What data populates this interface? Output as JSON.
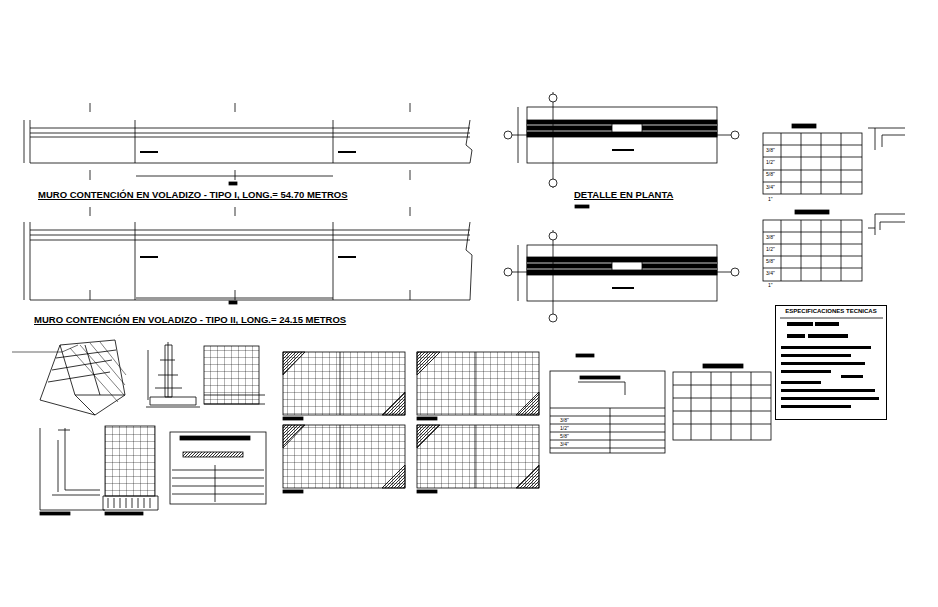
{
  "diagram": {
    "nodes": [
      {
        "text": [
          "ESPECIFICACIONES TECNICAS"
        ]
      }
    ],
    "labels": [
      "MURO CONTENCIÓN EN VOLADIZO - TIPO I,  LONG.= 54.70 METROS",
      "DETALLE EN PLANTA",
      "MURO CONTENCIÓN EN VOLADIZO - TIPO II,  LONG.= 24.15 METROS",
      "3/8\"",
      "1/2\"",
      "5/8\"",
      "3/4\"",
      "1\"",
      "3/8\"",
      "1/2\"",
      "5/8\"",
      "3/4\"",
      "1\"",
      "3/8\"",
      "1/2\"",
      "5/8\"",
      "3/4\""
    ]
  }
}
